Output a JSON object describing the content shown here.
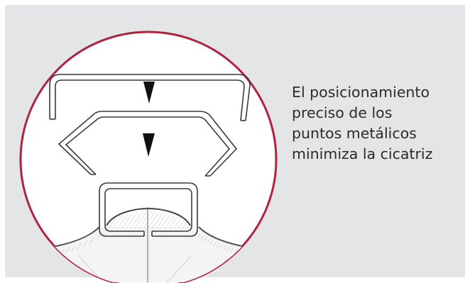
{
  "caption": {
    "lines": [
      "El posicionamiento",
      "preciso de los",
      "puntos metálicos",
      "minimiza la cicatriz"
    ]
  },
  "colors": {
    "panel_background": "#e4e5e7",
    "circle_border": "#b0233f",
    "circle_fill": "#ffffff",
    "staple_stroke": "#3a3a3a",
    "arrow_fill": "#111111",
    "text": "#2b2b2b"
  }
}
